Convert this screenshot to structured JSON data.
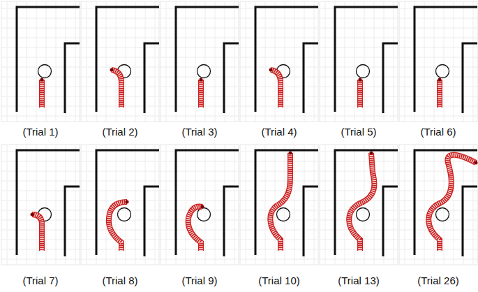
{
  "diagram": {
    "labels": [
      "(Trial 1)",
      "(Trial 2)",
      "(Trial 3)",
      "(Trial 4)",
      "(Trial 5)",
      "(Trial 6)",
      "(Trial 7)",
      "(Trial 8)",
      "(Trial 9)",
      "(Trial 10)",
      "(Trial 13)",
      "(Trial 26)"
    ]
  }
}
